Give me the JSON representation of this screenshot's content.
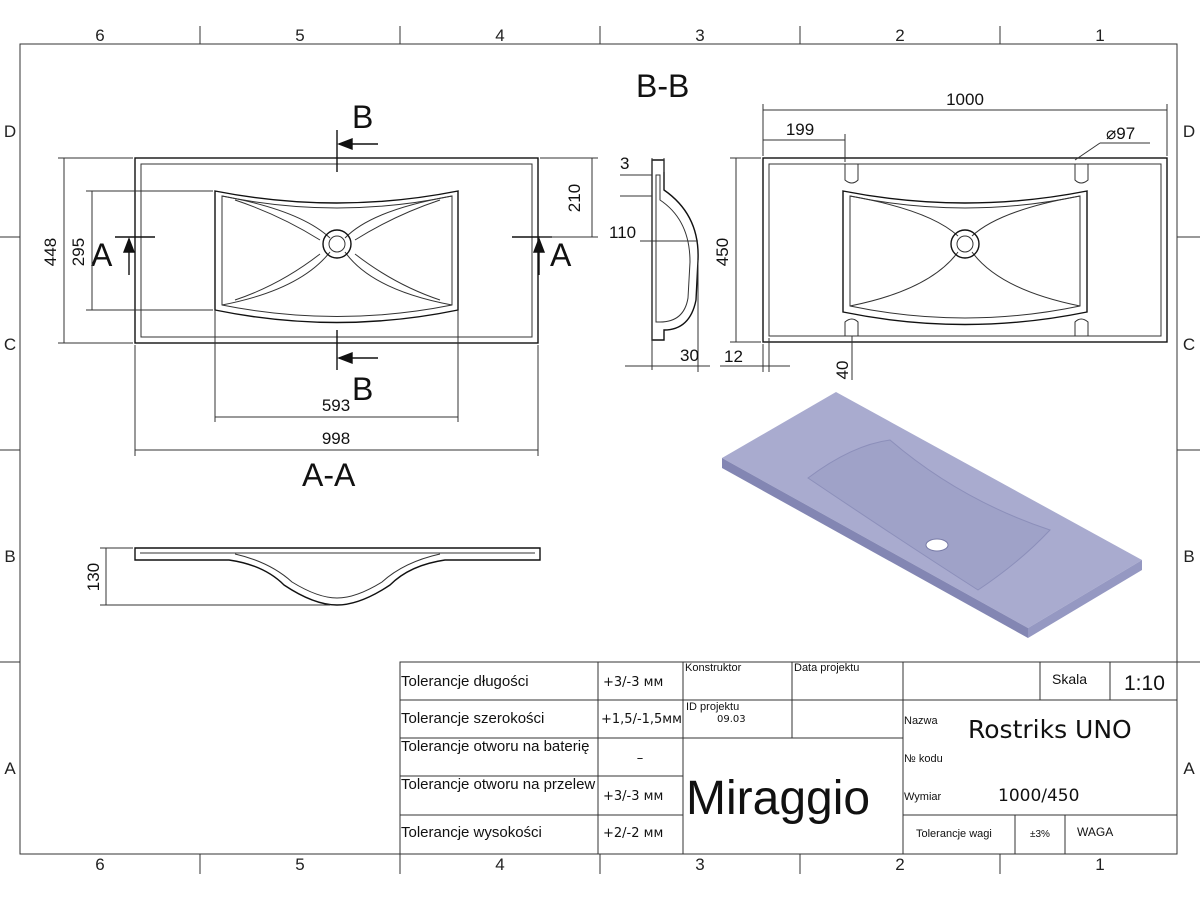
{
  "frame": {
    "zones_top": [
      "6",
      "5",
      "4",
      "3",
      "2",
      "1"
    ],
    "zones_bottom": [
      "6",
      "5",
      "4",
      "3",
      "2",
      "1"
    ],
    "zones_left": [
      "D",
      "C",
      "B",
      "A"
    ],
    "zones_right": [
      "D",
      "C",
      "B",
      "A"
    ]
  },
  "views": {
    "section_bb_title": "B-B",
    "section_aa_title": "A-A",
    "label_a": "A",
    "label_b": "B"
  },
  "dimensions": {
    "top_width": "998",
    "bowl_width": "593",
    "top_depth": "448",
    "bowl_depth": "295",
    "offset_210": "210",
    "side_thickness": "3",
    "side_depth": "110",
    "side_30": "30",
    "right_width": "1000",
    "right_199": "199",
    "right_dia": "⌀97",
    "right_depth": "450",
    "right_12": "12",
    "right_40": "40",
    "front_height": "130"
  },
  "title_block": {
    "rows": [
      {
        "label": "Tolerancje długości",
        "value": "+3/-3 мм"
      },
      {
        "label": "Tolerancje szerokości",
        "value": "+1,5/-1,5мм"
      },
      {
        "label": "Tolerancje otworu na baterię",
        "value": "–"
      },
      {
        "label": "Tolerancje otworu na przelew",
        "value": "+3/-3 мм"
      },
      {
        "label": "Tolerancje wysokości",
        "value": "+2/-2 мм"
      }
    ],
    "konstruktor_label": "Konstruktor",
    "data_projektu_label": "Data projektu",
    "id_projektu_label": "ID projektu",
    "id_projektu_value": "09.03",
    "brand": "Miraggio",
    "skala_label": "Skala",
    "skala_value": "1:10",
    "nazwa_label": "Nazwa",
    "nazwa_value": "Rostriks UNO",
    "nr_kodu_label": "№ kodu",
    "wymiar_label": "Wymiar",
    "wymiar_value": "1000/450",
    "tolerancje_wagi_label": "Tolerancje wagi",
    "tolerancje_wagi_value": "±3%",
    "waga_label": "WAGA"
  },
  "colors": {
    "render_top": "#a9abcf",
    "render_bowl": "#9fa2c8",
    "render_edge": "#8386b3"
  }
}
